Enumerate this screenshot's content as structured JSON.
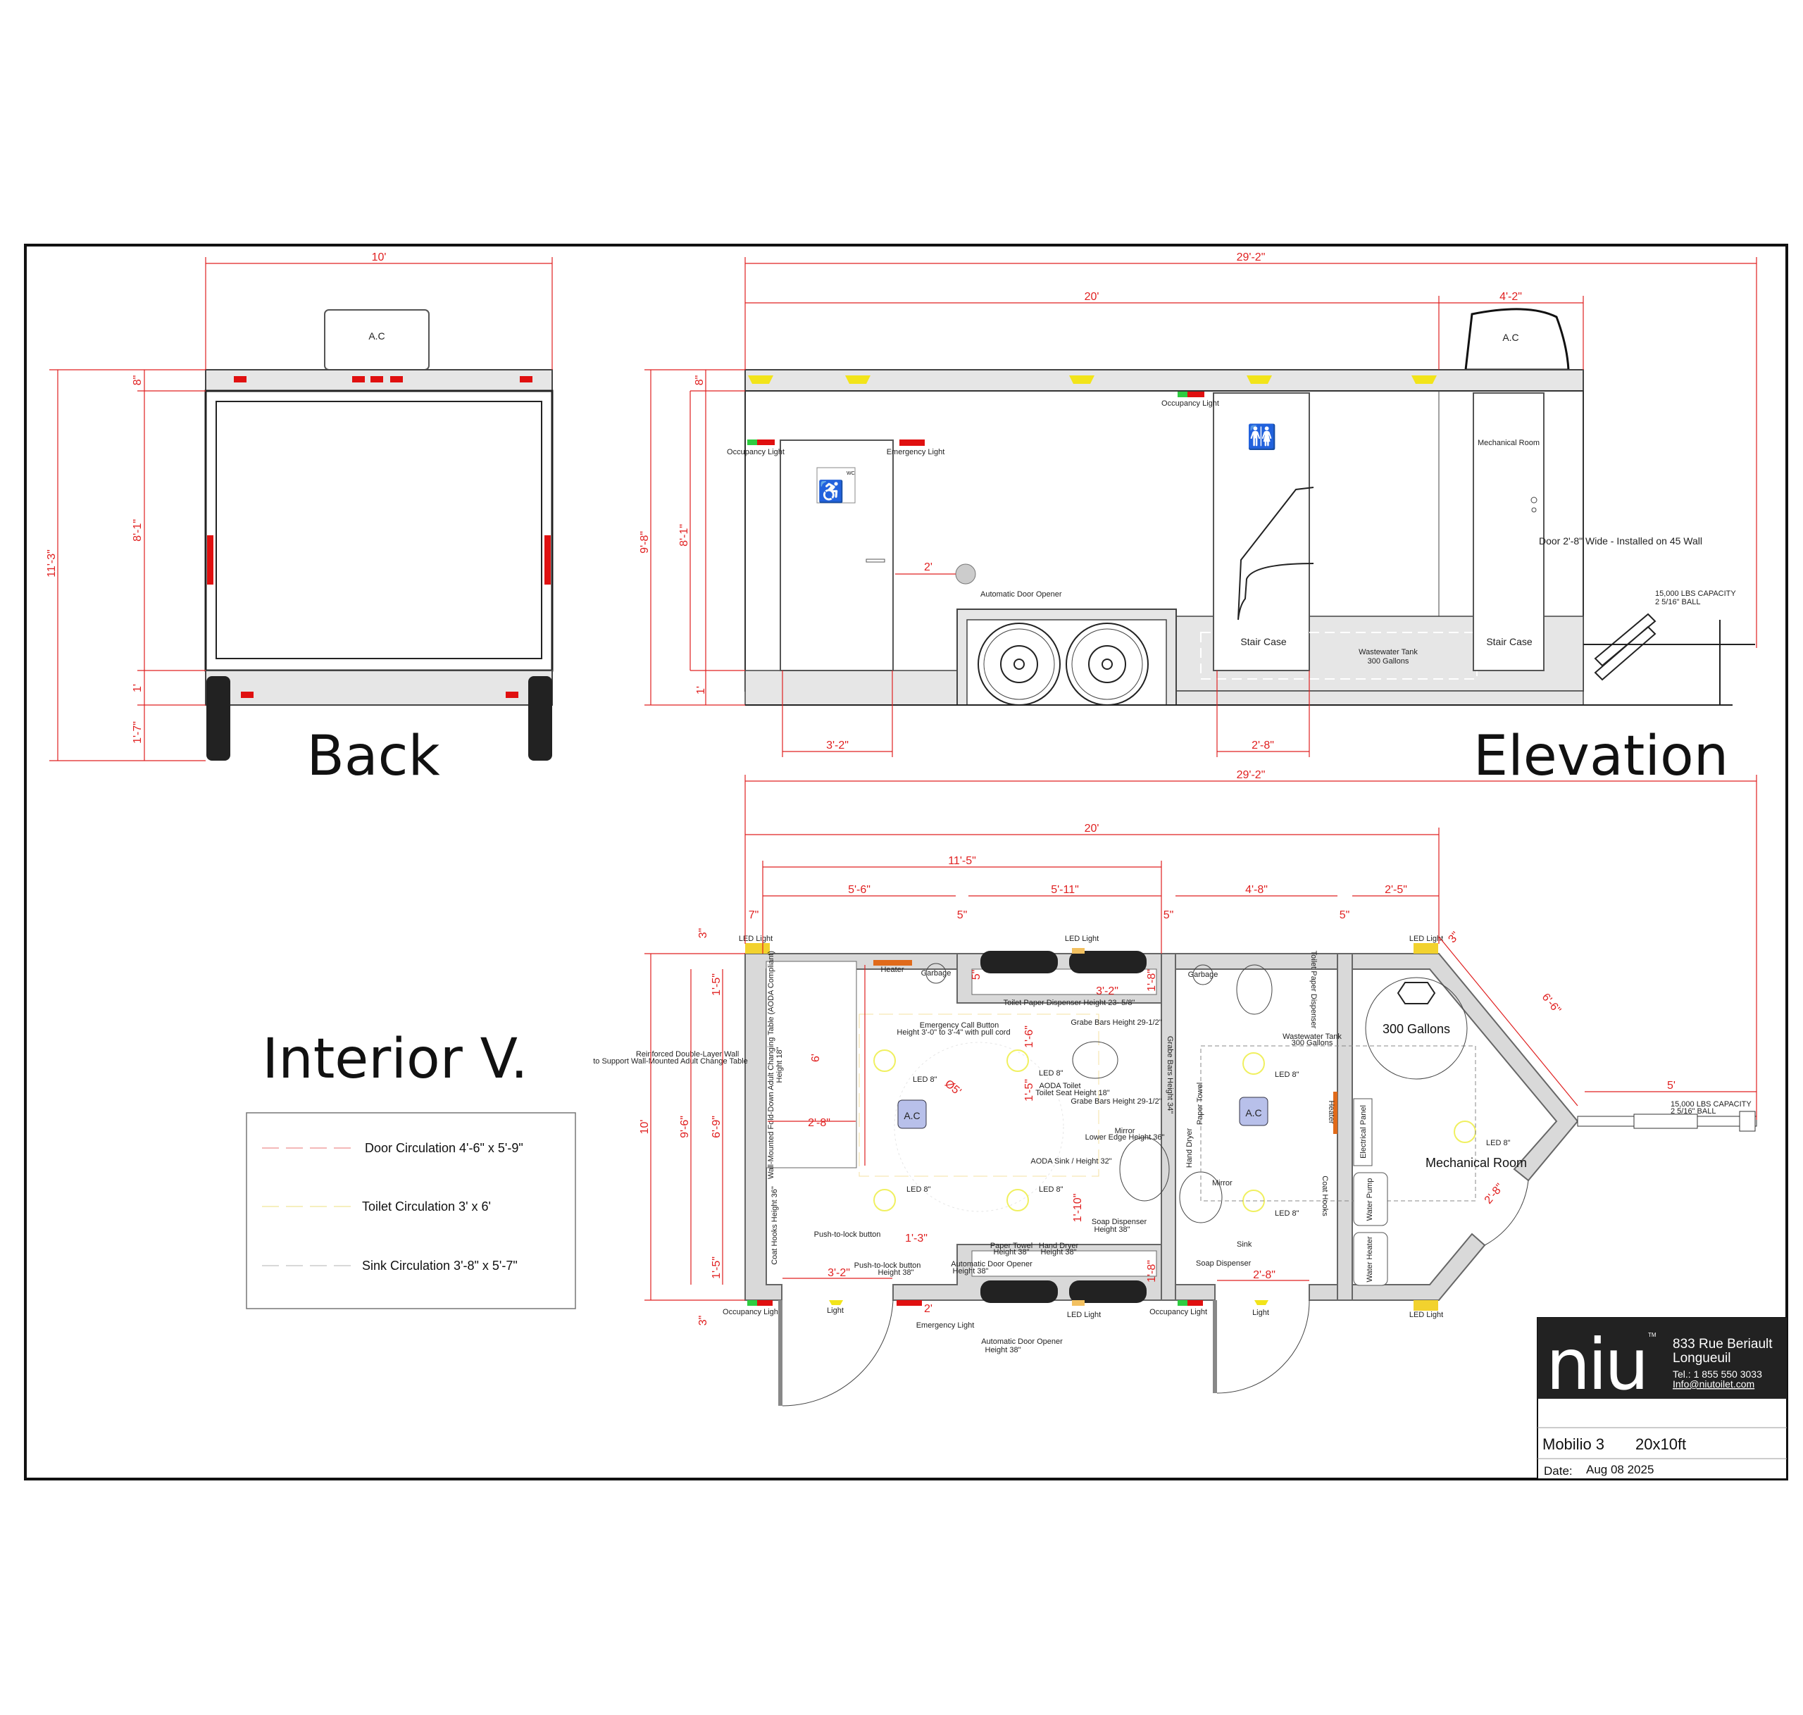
{
  "colors": {
    "dimension": "#e02020",
    "led_light": "#f2d22e",
    "occupancy_green": "#2ecc40",
    "emergency_red": "#e01010",
    "heater": "#e06a1a",
    "ac_box": "#b8c0ea",
    "title_bg": "#222222"
  },
  "back": {
    "title": "Back",
    "ac": "A.C",
    "dims": {
      "width": "10'",
      "total_height": "11'-3\"",
      "top": "8\"",
      "body": "8'-1\"",
      "base": "1'",
      "wheel": "1'-7\""
    }
  },
  "elevation": {
    "title": "Elevation",
    "ac": "A.C",
    "dims": {
      "overall": "29'-2\"",
      "body": "20'",
      "ac": "4'-2\"",
      "total_height": "9'-8\"",
      "top": "8\"",
      "wall": "8'-1\"",
      "base": "1'",
      "door1": "3'-2\"",
      "door2": "2'-8\"",
      "opener_offset": "2'"
    },
    "labels": {
      "occupancy_light_1": "Occupancy Light",
      "emergency_light": "Emergency Light",
      "occupancy_light_2": "Occupancy Light",
      "wc": "WC",
      "automatic_door_opener": "Automatic Door Opener",
      "mechanical_room": "Mechanical Room",
      "door_note": "Door 2'-8\" Wide - Installed on 45 Wall",
      "stair_case_1": "Stair Case",
      "stair_case_2": "Stair Case",
      "wastewater_tank": "Wastewater Tank",
      "wastewater_capacity": "300 Gallons",
      "hitch_capacity": "15,000 LBS CAPACITY",
      "hitch_ball": "2 5/16\" BALL"
    }
  },
  "interior": {
    "title": "Interior V.",
    "legend": [
      {
        "label": "Door Circulation 4'-6\" x 5'-9\""
      },
      {
        "label": "Toilet Circulation 3' x 6'"
      },
      {
        "label": "Sink Circulation  3'-8\" x 5'-7\""
      }
    ],
    "dims": {
      "overall": "29'-2\"",
      "body": "20'",
      "accessible_room": "11'-5\"",
      "seg_a": "5'-6\"",
      "seg_b": "5'-11\"",
      "seg_c": "4'-8\"",
      "seg_d": "2'-5\"",
      "wall_7": "7\"",
      "wall_5a": "5\"",
      "wall_5b": "5\"",
      "wall_5c": "5\"",
      "wall_3_top": "3\"",
      "wall_3_bottom": "3\"",
      "wall_3_diag": "3\"",
      "height_10": "10'",
      "height_9_6": "9'-6\"",
      "height_6_9": "6'-9\"",
      "side_1_5_top": "1'-5\"",
      "side_1_5_bottom": "1'-5\"",
      "table_len": "6'",
      "table_depth": "2'-8\"",
      "turning": "Ø5'",
      "toilet_offset": "3'-2\"",
      "toilet_1_6": "1'-6\"",
      "toilet_1_5": "1'-5\"",
      "sink_1_10": "1'-10\"",
      "fan_1_8_top": "1'-8\"",
      "fan_1_8_bottom": "1'-8\"",
      "fan_5": "5\"",
      "button_1_3": "1'-3\"",
      "door1": "3'-2\"",
      "opener_2": "2'",
      "door2": "2'-8\"",
      "diag_6_6": "6'-6\"",
      "hitch_5": "5'",
      "mech_door": "2'-8\""
    },
    "labels": {
      "led_light_1": "LED Light",
      "led_light_2": "LED Light",
      "led_light_3": "LED Light",
      "led_light_4": "LED Light",
      "led_light_5": "LED Light",
      "heater_1": "Heater",
      "garbage_1": "Garbage",
      "garbage_2": "Garbage",
      "tp_dispenser": "Toilet Paper Dispenser Height 23- 5/8\"",
      "call_button": "Emergency Call Button",
      "call_button_height": "Height 3'-0\" to 3'-4\" with pull cord",
      "grab_bars_1": "Grabe Bars Height 29-1/2\"",
      "grab_bars_2": "Grabe Bars Height 29-1/2\"",
      "grab_bars_34": "Grabe Bars Height 34\"",
      "led_8_1": "LED 8\"",
      "led_8_2": "LED 8\"",
      "led_8_3": "LED 8\"",
      "led_8_4": "LED 8\"",
      "led_8_5": "LED 8\"",
      "led_8_6": "LED 8\"",
      "led_8_7": "LED 8\"",
      "aoda_toilet": "AODA Toilet",
      "toilet_seat": "Toilet Seat Height 18\"",
      "reinforced_wall": "Reinforced Double-Layer Wall",
      "reinforced_wall_2": "to Support Wall-Mounted Adult Change Table",
      "changing_table": "Wall-Mounted Fold-Down Adult Changing Table (AODA Compliant)",
      "changing_table_height": "Height 18\"",
      "mirror": "Mirror",
      "mirror_height": "Lower Edge Height 36\"",
      "aoda_sink": "AODA Sink / Height 32\"",
      "soap_1": "Soap Dispenser",
      "soap_1_height": "Height 38\"",
      "paper_towel_1": "Paper Towel",
      "paper_towel_1_height": "Height 38\"",
      "hand_dryer_1": "Hand Dryer",
      "hand_dryer_1_height": "Height 38\"",
      "push_lock_1": "Push-to-lock button",
      "push_lock_2": "Push-to-lock button",
      "push_lock_2_height": "Height 38\"",
      "auto_opener_in": "Automatic Door Opener",
      "auto_opener_in_height": "Height 38\"",
      "occupancy_1": "Occupancy Light",
      "occupancy_2": "Occupancy Light",
      "light_1": "Light",
      "light_2": "Light",
      "emergency_light": "Emergency Light",
      "auto_opener_out": "Automatic Door Opener",
      "auto_opener_out_height": "Height 38\"",
      "coat_hooks_1": "Coat Hooks Height 36\"",
      "wastewater_tank": "Wastewater Tank",
      "wastewater_capacity": "300 Gallons",
      "tp_dispenser_2": "Toilet Paper Dispenser",
      "paper_towel_2": "Paper Towel",
      "hand_dryer_2": "Hand Dryer",
      "heater_2": "Heater",
      "mirror_2": "Mirror",
      "sink_2": "Sink",
      "soap_2": "Soap Dispenser",
      "coat_hooks_2": "Coat Hooks",
      "electrical_panel": "Electrical Panel",
      "water_pump": "Water Pump",
      "water_heater": "Water Heater",
      "tank_gallons": "300 Gallons",
      "mechanical_room": "Mechanical Room",
      "hitch_capacity": "15,000 LBS CAPACITY",
      "hitch_ball": "2 5/16\" BALL",
      "ac_1": "A.C",
      "ac_2": "A.C"
    }
  },
  "title_block": {
    "brand": "niu",
    "trademark": "TM",
    "address_1": "833 Rue Beriault",
    "address_2": "Longueuil",
    "tel": "Tel.: 1 855 550 3033",
    "email": "Info@niutoilet.com",
    "model": "Mobilio 3",
    "size": "20x10ft",
    "date_label": "Date:",
    "date": "Aug 08  2025"
  }
}
